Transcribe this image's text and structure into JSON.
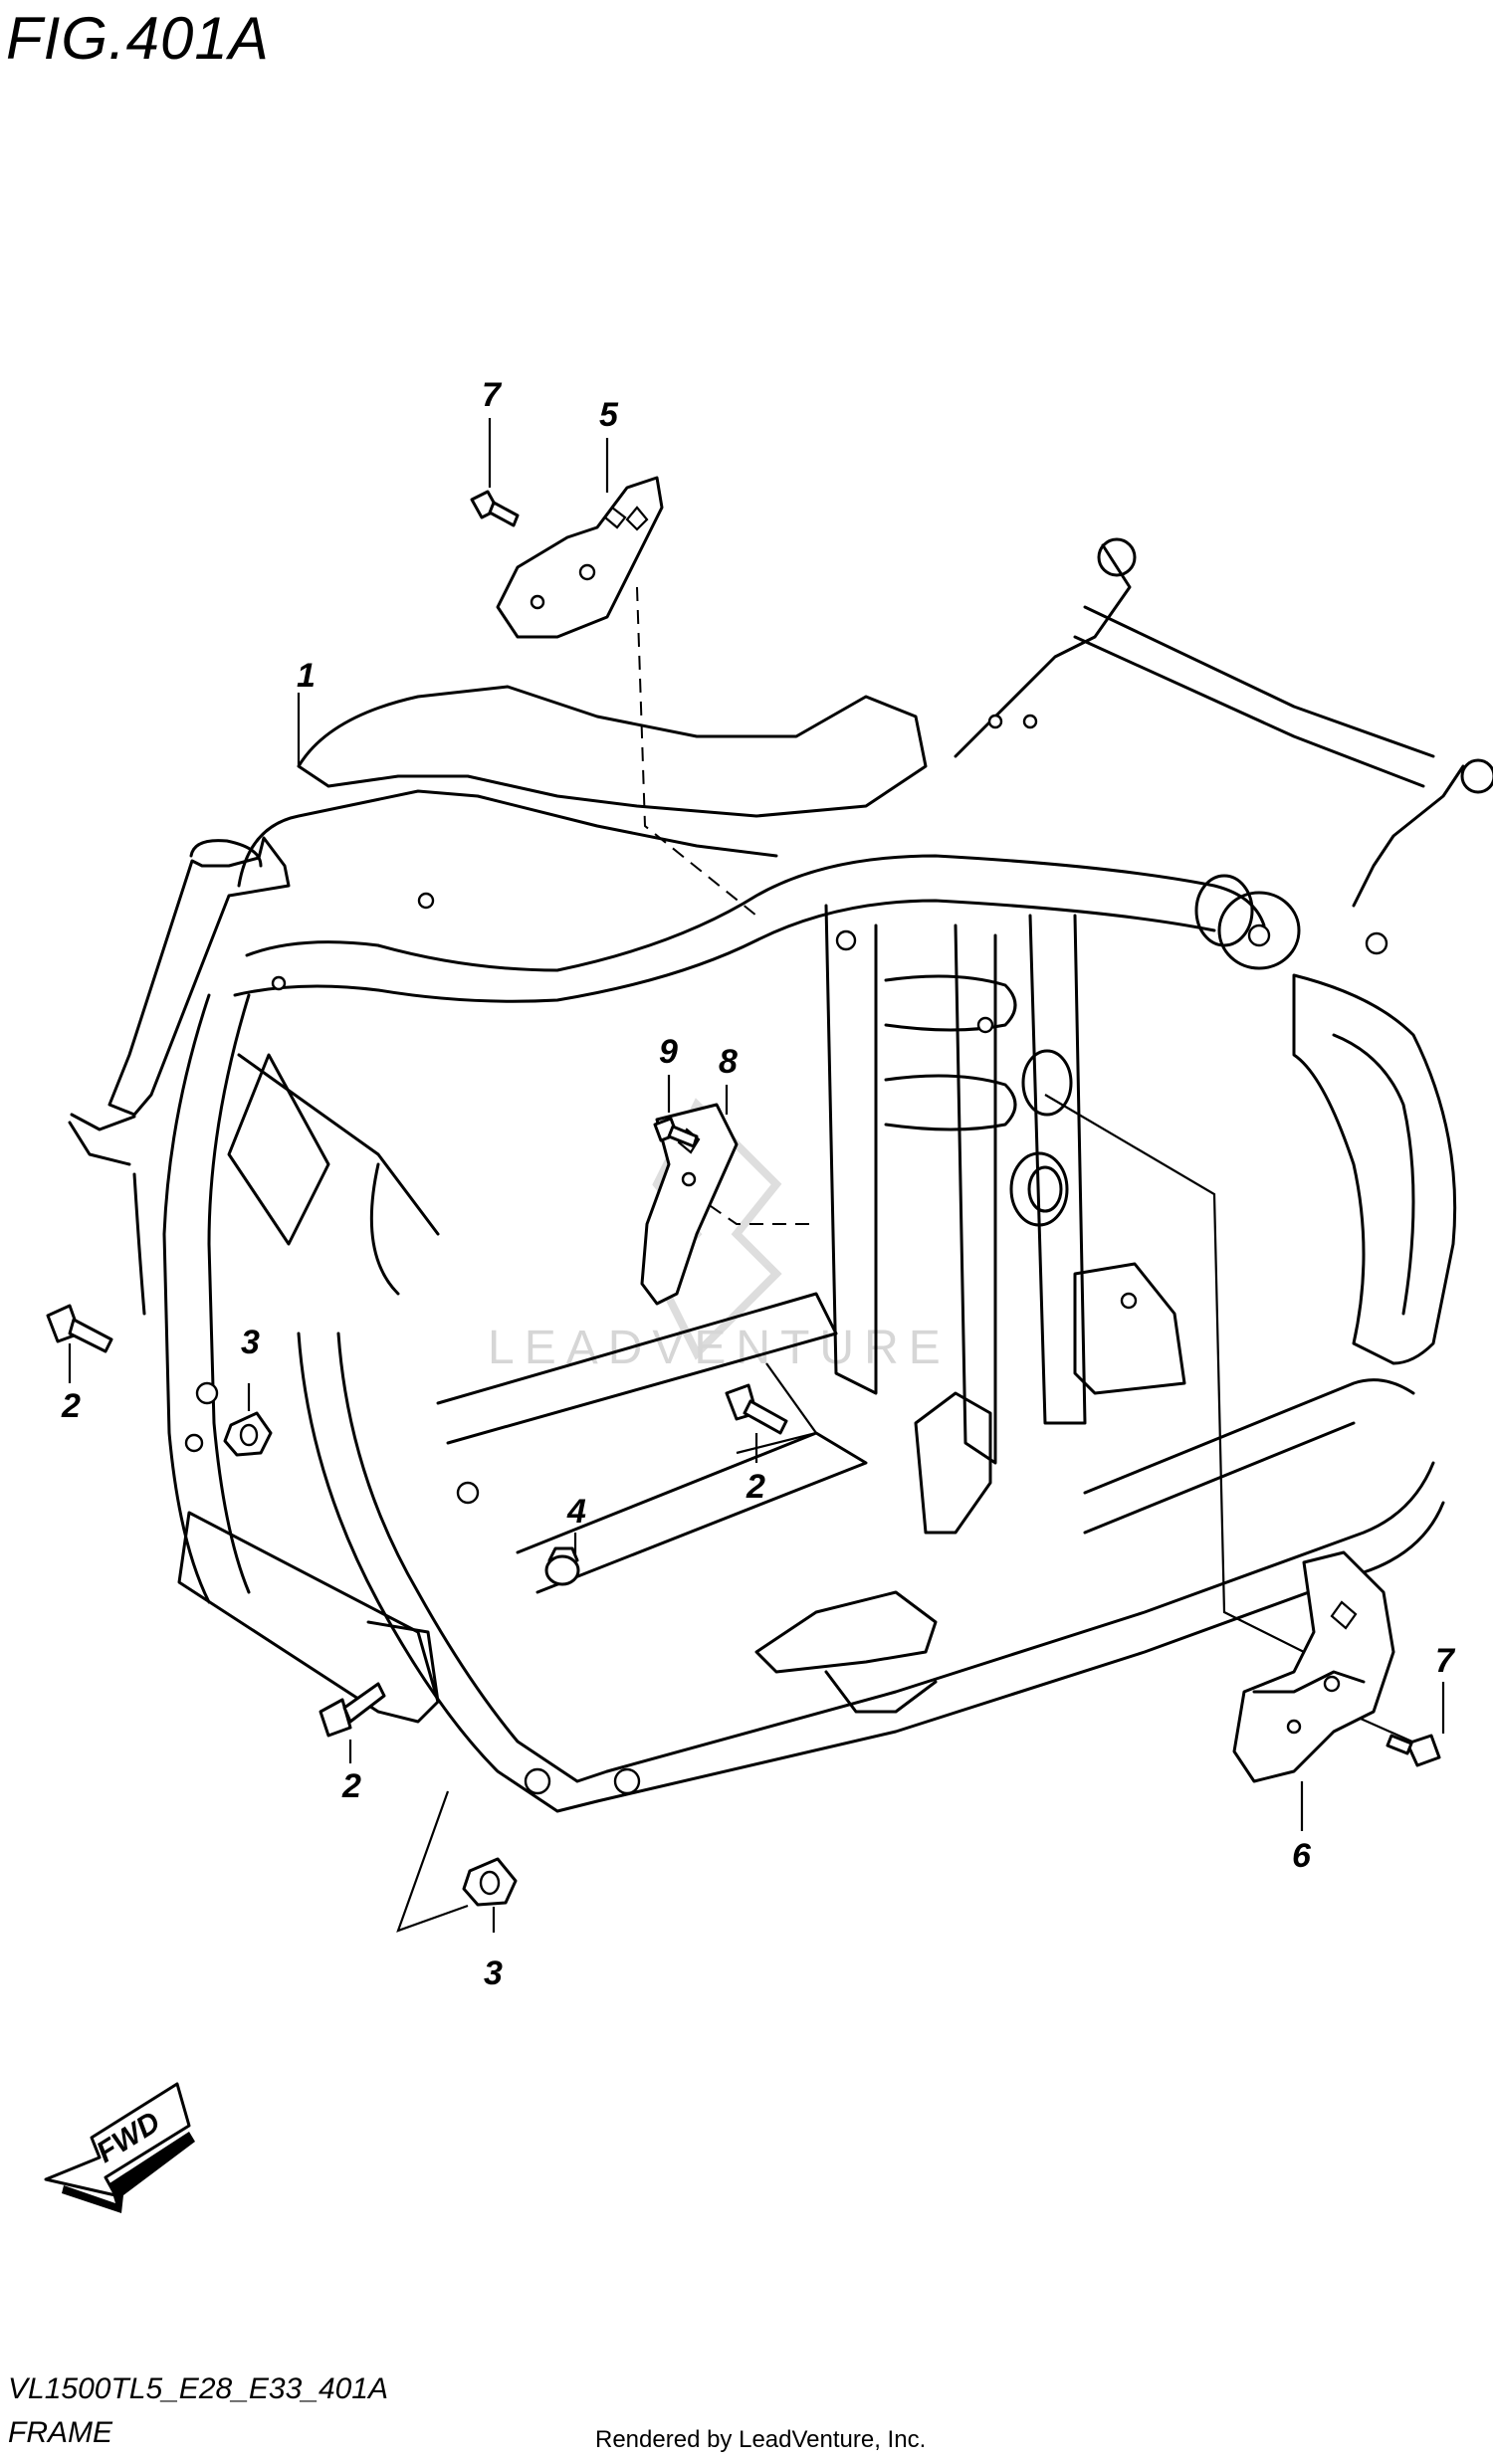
{
  "figure": {
    "title": "FIG.401A",
    "model_code": "VL1500TL5_E28_E33_401A",
    "section_name": "FRAME"
  },
  "callouts": [
    "1",
    "2",
    "2",
    "2",
    "3",
    "3",
    "4",
    "5",
    "6",
    "7",
    "7",
    "8",
    "9"
  ],
  "direction_badge": "FWD",
  "watermark": "LEADVENTURE",
  "credit": "Rendered by LeadVenture, Inc."
}
